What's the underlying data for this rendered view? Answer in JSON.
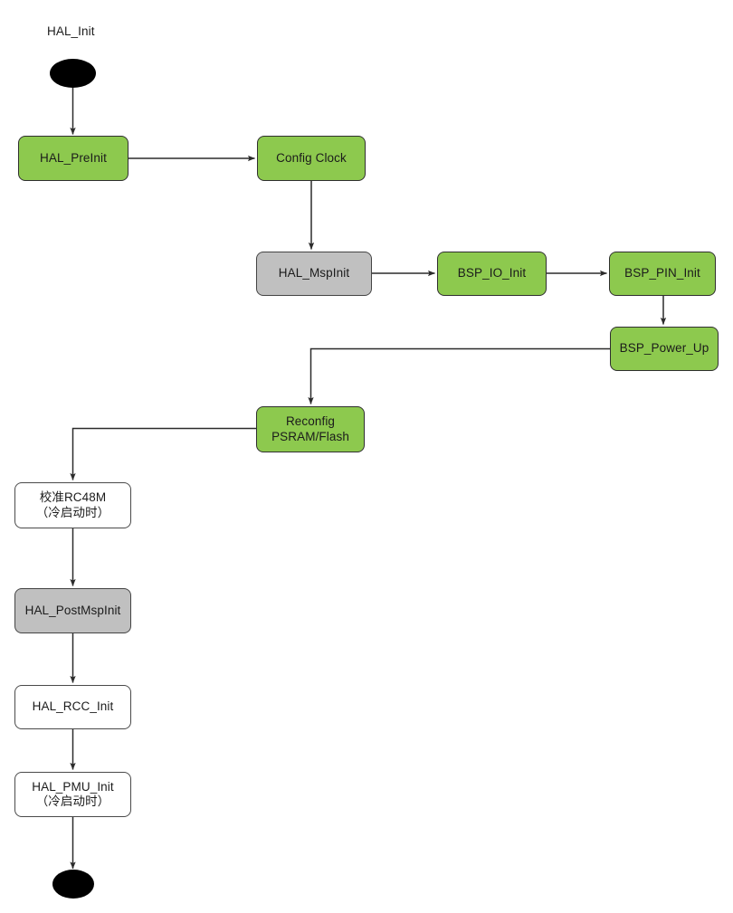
{
  "diagram": {
    "title_label": "HAL_Init",
    "colors": {
      "green": "#8DC94E",
      "gray": "#C0C0C0",
      "white": "#FFFFFF",
      "stroke": "#3A3A3A",
      "edge": "#2B2B2B",
      "terminator": "#000000",
      "background": "#FFFFFF"
    },
    "nodes": [
      {
        "id": "start",
        "label": "",
        "shape": "ellipse",
        "fill": "terminator"
      },
      {
        "id": "hal_preinit",
        "label": "HAL_PreInit",
        "shape": "rounded-rect",
        "fill": "green"
      },
      {
        "id": "config_clock",
        "label": "Config Clock",
        "shape": "rounded-rect",
        "fill": "green"
      },
      {
        "id": "hal_mspinit",
        "label": "HAL_MspInit",
        "shape": "rounded-rect",
        "fill": "gray"
      },
      {
        "id": "bsp_io_init",
        "label": "BSP_IO_Init",
        "shape": "rounded-rect",
        "fill": "green"
      },
      {
        "id": "bsp_pin_init",
        "label": "BSP_PIN_Init",
        "shape": "rounded-rect",
        "fill": "green"
      },
      {
        "id": "bsp_power_up",
        "label": "BSP_Power_Up",
        "shape": "rounded-rect",
        "fill": "green"
      },
      {
        "id": "reconfig",
        "label": "Reconfig\nPSRAM/Flash",
        "shape": "rounded-rect",
        "fill": "green"
      },
      {
        "id": "cal_rc48m",
        "label": "校准RC48M\n（冷启动时）",
        "shape": "rounded-rect",
        "fill": "white"
      },
      {
        "id": "hal_postmspinit",
        "label": "HAL_PostMspInit",
        "shape": "rounded-rect",
        "fill": "gray"
      },
      {
        "id": "hal_rcc_init",
        "label": "HAL_RCC_Init",
        "shape": "rounded-rect",
        "fill": "white"
      },
      {
        "id": "hal_pmu_init",
        "label": "HAL_PMU_Init\n（冷启动时）",
        "shape": "rounded-rect",
        "fill": "white"
      },
      {
        "id": "end",
        "label": "",
        "shape": "ellipse",
        "fill": "terminator"
      }
    ],
    "edges": [
      {
        "from": "start",
        "to": "hal_preinit",
        "kind": "straight-down"
      },
      {
        "from": "hal_preinit",
        "to": "config_clock",
        "kind": "straight-right"
      },
      {
        "from": "config_clock",
        "to": "hal_mspinit",
        "kind": "straight-down"
      },
      {
        "from": "hal_mspinit",
        "to": "bsp_io_init",
        "kind": "straight-right"
      },
      {
        "from": "bsp_io_init",
        "to": "bsp_pin_init",
        "kind": "straight-right"
      },
      {
        "from": "bsp_pin_init",
        "to": "bsp_power_up",
        "kind": "straight-down"
      },
      {
        "from": "bsp_power_up",
        "to": "reconfig",
        "kind": "elbow-left-down"
      },
      {
        "from": "reconfig",
        "to": "cal_rc48m",
        "kind": "elbow-left-down"
      },
      {
        "from": "cal_rc48m",
        "to": "hal_postmspinit",
        "kind": "straight-down"
      },
      {
        "from": "hal_postmspinit",
        "to": "hal_rcc_init",
        "kind": "straight-down"
      },
      {
        "from": "hal_rcc_init",
        "to": "hal_pmu_init",
        "kind": "straight-down"
      },
      {
        "from": "hal_pmu_init",
        "to": "end",
        "kind": "straight-down"
      }
    ]
  }
}
